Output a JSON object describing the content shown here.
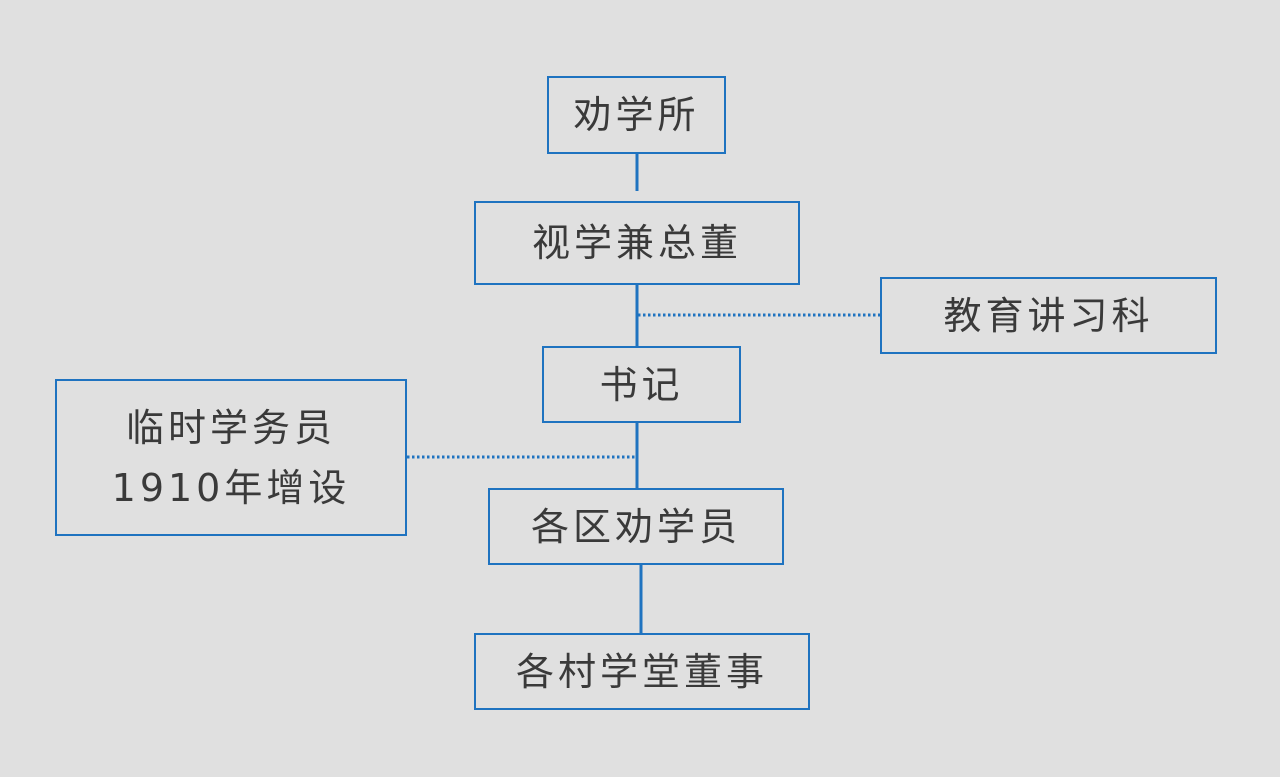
{
  "diagram": {
    "nodes": {
      "quanxuesuo": "劝学所",
      "shixue": "视学兼总董",
      "jiaoyu": "教育讲习科",
      "shuji": "书记",
      "linshi_line1": "临时学务员",
      "linshi_line2": "1910年增设",
      "quxue": "各区劝学员",
      "cunxue": "各村学堂董事"
    },
    "colors": {
      "background": "#e0e0e0",
      "box_border": "#1f73c0",
      "connector": "#1f73c0",
      "text": "#3a3a3a"
    }
  }
}
